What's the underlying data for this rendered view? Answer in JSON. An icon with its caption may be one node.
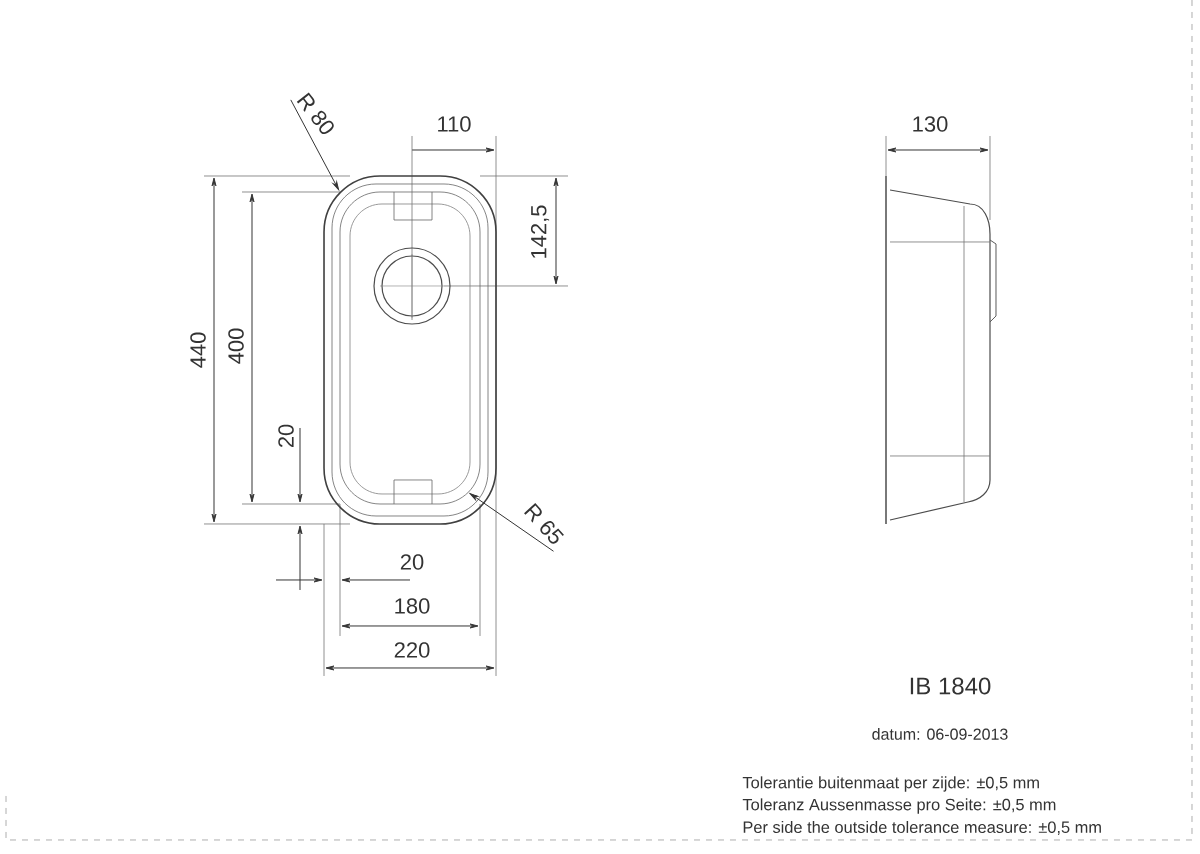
{
  "diagram": {
    "nodes": [
      {
        "text": [
          "R 80"
        ]
      },
      {
        "text": [
          "R 65"
        ]
      },
      {
        "text": [],
        "shape": "picture"
      }
    ],
    "edges": [
      {
        "from": 0,
        "to": 2,
        "arrow": "to"
      },
      {
        "from": 1,
        "to": 2,
        "arrow": "to"
      }
    ],
    "labels": [
      "110",
      "142,5",
      "440",
      "400",
      "20",
      "20",
      "180",
      "220",
      "130",
      "IB 1840",
      "datum: 06-09-2013",
      "Tolerantie buitenmaat per zijde: ±0,5 mm",
      "Toleranz Aussenmasse pro Seite: ±0,5 mm",
      "Per side the outside tolerance measure: ±0,5 mm"
    ]
  }
}
